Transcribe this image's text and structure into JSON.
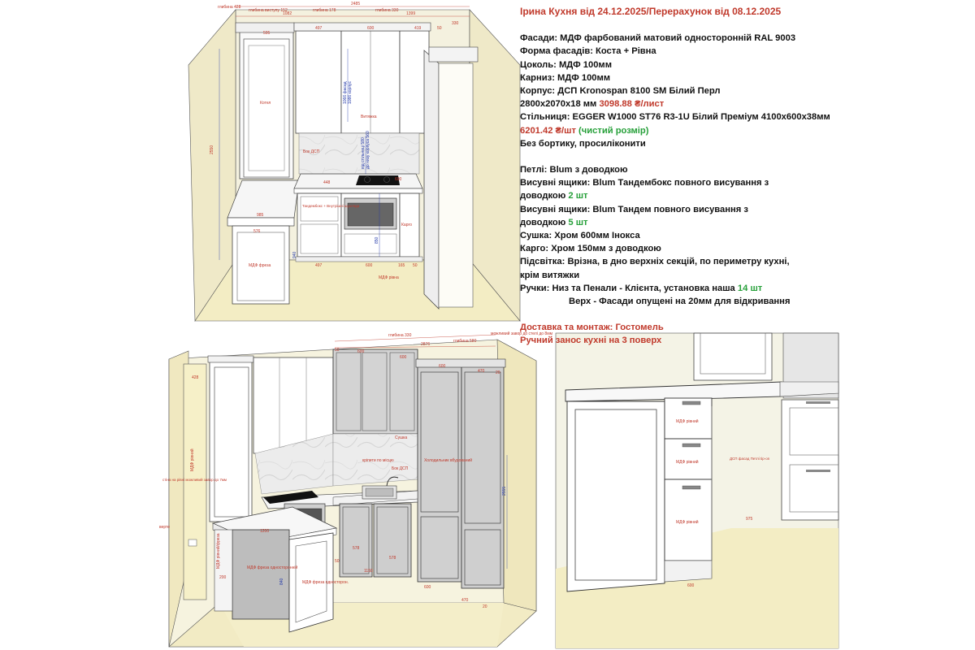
{
  "spec": {
    "title": "Ірина Кухня від 24.12.2025/Перерахунок від 08.12.2025",
    "facades": "Фасади: МДФ фарбований матовий односторонній RAL 9003",
    "facade_shape": "Форма фасадів: Коста + Рівна",
    "plinth": "Цоколь: МДФ 100мм",
    "cornice": "Карниз: МДФ 100мм",
    "body_line1": "Корпус: ДСП Kronospan 8100 SM Білий Перл",
    "body_line2_prefix": "2800x2070x18 мм ",
    "body_price": "3098.88 ₴/лист",
    "countertop_line1": "Стільниця: EGGER W1000 ST76 R3-1U Білий Преміум 4100x600x38мм",
    "countertop_price": "6201.42 ₴/шт",
    "countertop_note": " (чистий розмір)",
    "countertop_line3": "Без бортику, просиліконити",
    "hinges": "Петлі: Blum з доводкою",
    "drawers1_line1": "Висувні ящики: Blum Тандембокс повного висування з",
    "drawers1_line2_prefix": "доводкою ",
    "drawers1_qty": "2 шт",
    "drawers2_line1": "Висувні ящики: Blum Тандем повного висування з",
    "drawers2_line2_prefix": "доводкою ",
    "drawers2_qty": "5 шт",
    "dryer": "Сушка: Хром 600мм Інокса",
    "cargo": "Карго: Хром 150мм з доводкою",
    "lighting_line1": "Підсвітка: Врізна, в дно верхніх секцій, по периметру кухні,",
    "lighting_line2": "крім витяжки",
    "handles_prefix": "Ручки: Низ та Пенали - Клієнта, установка наша ",
    "handles_qty": "14 шт",
    "handles_line2": "Верх - Фасади опущені на 20мм для відкривання",
    "delivery": "Доставка та монтаж: Гостомель",
    "carry": "Ручний занос кухні на 3 поверх"
  },
  "view1": {
    "dims": {
      "d2485": "2485",
      "d1082": "1082",
      "d1399": "1399",
      "d595": "595",
      "d497t": "497",
      "d600t": "600",
      "d419": "419",
      "d50t": "50",
      "d330": "330",
      "d428": "глибина 428",
      "d152": "глибина виступу 152",
      "d178": "глибина 178",
      "d330b": "глибина 330",
      "d2550": "2550",
      "d448": "448",
      "d600m": "600",
      "d985": "985",
      "d576": "576",
      "d497b": "497",
      "d600b": "600",
      "d165": "165",
      "d50b": "50",
      "d940": "940"
    },
    "blue": {
      "b1": "1066 фасад",
      "b2": "1086 корпус",
      "b3": "від стільниці 580",
      "b4": "до низу корпуса 560",
      "b5": "850"
    },
    "labels": {
      "boiler": "Котел",
      "hood": "Витяжка",
      "side_panel": "Бок ДСП",
      "tandem": "Тандембокс + Внутрішні шухляди",
      "cargo": "Карго",
      "mdf_mill": "МДФ фреза",
      "mdf_flat": "МДФ рівна"
    }
  },
  "view2": {
    "dims": {
      "d330": "глибина 330",
      "d2876": "2876",
      "d580": "глибина 580",
      "d_wall": "можливий завор до стелі до 8мм",
      "d428": "428",
      "d50": "50",
      "d600a": "600",
      "d600b": "600",
      "d600c": "600",
      "d470a": "470",
      "d20": "20",
      "d1200": "1200",
      "d2555": "2555",
      "d578a": "578",
      "d578b": "578",
      "d1150": "1150",
      "d600d": "600",
      "d470b": "470",
      "d20b": "20",
      "d50b": "50",
      "d200": "200",
      "d840": "840"
    },
    "labels": {
      "wall_note": "стіна на рівні можливий завор до 7мм",
      "socket": "верте",
      "mdf_flat_left": "МДФ рівний",
      "mdf_flat2": "МДФ рівний/фреза",
      "dryer": "Сушка",
      "rail": "кріпити по місцю",
      "side_panel": "Бок ДСП",
      "fridge": "Холодильник вбудований",
      "mdf_mill_one": "МДФ фреза односторонній",
      "mdf_mill_two": "МДФ фреза односторон."
    }
  },
  "view3": {
    "labels": {
      "mdf1": "МДФ рівний",
      "mdf2": "МДФ рівний",
      "mdf3": "МДФ рівний",
      "dsp": "ДСП фасад Петлі tip-on",
      "d975": "975",
      "d600": "600"
    }
  }
}
